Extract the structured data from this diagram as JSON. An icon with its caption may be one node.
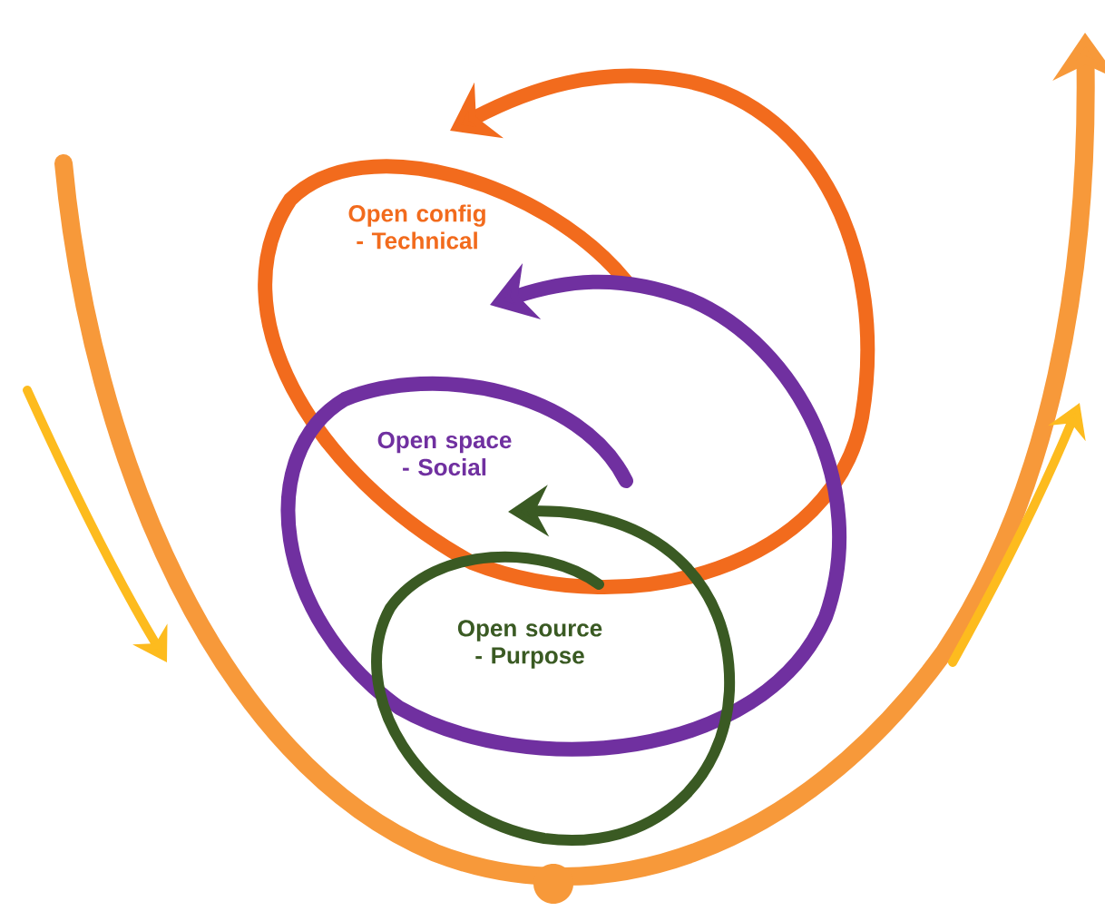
{
  "diagram": {
    "labels": [
      "Open config - Technical",
      "Open space - Social",
      "Open source - Purpose"
    ]
  }
}
